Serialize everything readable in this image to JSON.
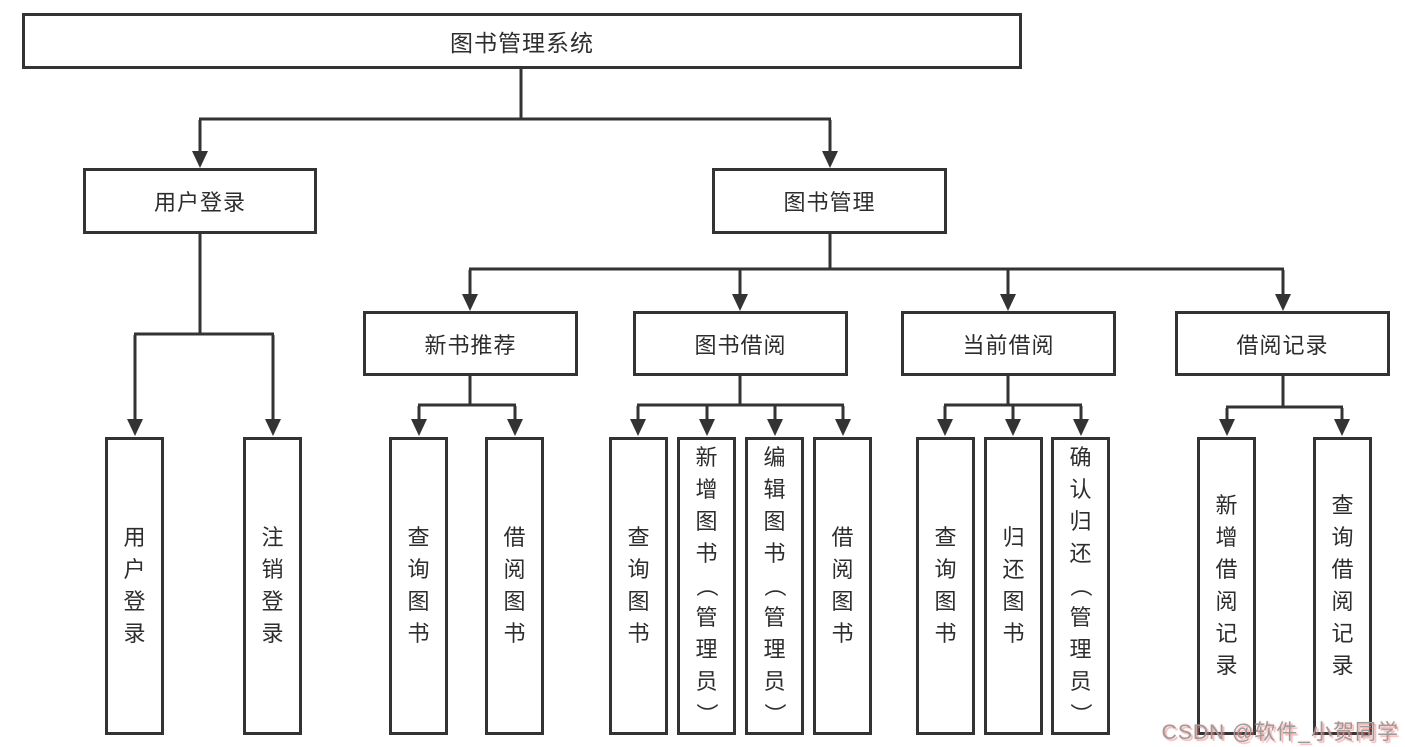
{
  "watermark": "CSDN @软件_小贺同学",
  "tree": {
    "root": {
      "label": "图书管理系统"
    },
    "branches": [
      {
        "label": "用户登录",
        "leaves": [
          {
            "label": "用户登录"
          },
          {
            "label": "注销登录"
          }
        ]
      },
      {
        "label": "图书管理",
        "groups": [
          {
            "label": "新书推荐",
            "leaves": [
              {
                "label": "查询图书"
              },
              {
                "label": "借阅图书"
              }
            ]
          },
          {
            "label": "图书借阅",
            "leaves": [
              {
                "label": "查询图书"
              },
              {
                "label": "新增图书（管理员）"
              },
              {
                "label": "编辑图书（管理员）"
              },
              {
                "label": "借阅图书"
              }
            ]
          },
          {
            "label": "当前借阅",
            "leaves": [
              {
                "label": "查询图书"
              },
              {
                "label": "归还图书"
              },
              {
                "label": "确认归还（管理员）"
              }
            ]
          },
          {
            "label": "借阅记录",
            "leaves": [
              {
                "label": "新增借阅记录"
              },
              {
                "label": "查询借阅记录"
              }
            ]
          }
        ]
      }
    ]
  },
  "colors": {
    "line": "#333333",
    "text": "#2d2d2d",
    "background": "#ffffff",
    "watermark_gray": "#9b9b9b",
    "watermark_pink": "#f67878"
  }
}
